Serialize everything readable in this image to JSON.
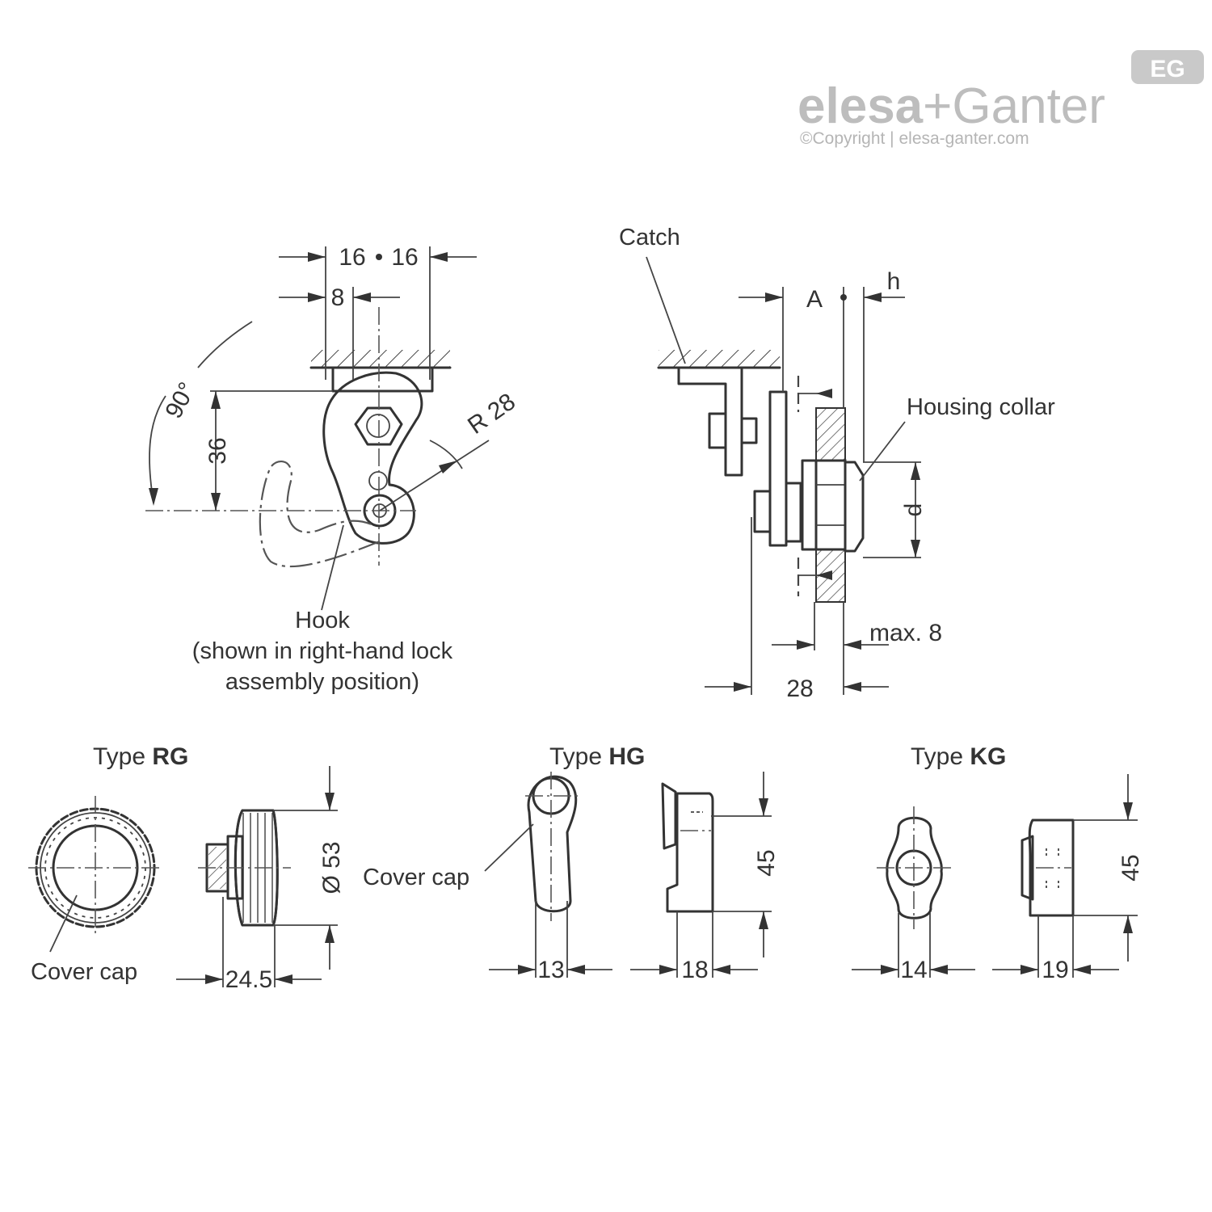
{
  "brand": {
    "name_part1": "elesa",
    "name_sep": "+",
    "name_part2": "Ganter",
    "badge": "EG",
    "copyright": "©Copyright | elesa-ganter.com"
  },
  "front_view": {
    "dims": {
      "d16_left": "16",
      "d16_right": "16",
      "d8": "8",
      "d36": "36",
      "angle": "90°",
      "radius": "R 28"
    },
    "hook_label": [
      "Hook",
      "(shown in right-hand lock",
      "assembly position)"
    ]
  },
  "side_view": {
    "catch_label": "Catch",
    "housing_collar_label": "Housing collar",
    "dims": {
      "A": "A",
      "h": "h",
      "d": "d",
      "max8": "max. 8",
      "d28": "28"
    }
  },
  "types": [
    {
      "prefix": "Type ",
      "code": "RG",
      "cover_cap": "Cover cap",
      "dims": [
        "Ø 53",
        "24.5"
      ]
    },
    {
      "prefix": "Type ",
      "code": "HG",
      "cover_cap": "Cover cap",
      "dims": [
        "45",
        "13",
        "18"
      ]
    },
    {
      "prefix": "Type ",
      "code": "KG",
      "dims": [
        "45",
        "14",
        "19"
      ]
    }
  ]
}
